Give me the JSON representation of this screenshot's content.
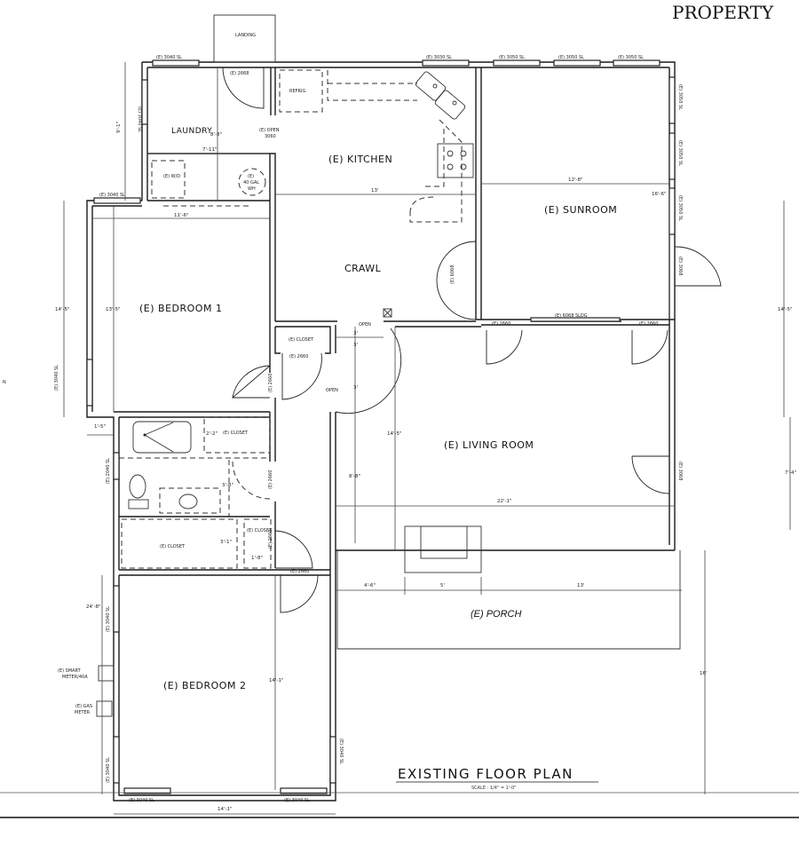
{
  "header": {
    "brand": "PROPERTY"
  },
  "drawing": {
    "title": "EXISTING FLOOR PLAN",
    "scale": "SCALE : 1/4\" = 1'-0\"",
    "north_marker": "N"
  },
  "rooms": {
    "landing": "LANDING",
    "laundry": "LAUNDRY",
    "kitchen": "(E) KITCHEN",
    "sunroom": "(E) SUNROOM",
    "crawl": "CRAWL",
    "bedroom1": "(E) BEDROOM 1",
    "living": "(E) LIVING ROOM",
    "porch": "(E) PORCH",
    "bedroom2": "(E) BEDROOM 2",
    "closet_hall": "(E) CLOSET",
    "closet_bath": "(E) CLOSET",
    "closet_b2": "(E) CLOSET",
    "closet_small": "(E) CLOSET"
  },
  "fixtures": {
    "refrig": "REFRIG",
    "wd": "(E) W/D",
    "wh_line1": "(E)",
    "wh_line2": "40 GAL",
    "wh_line3": "WH",
    "smart_meter_1": "(E) SMART",
    "smart_meter_2": "METER/40A",
    "gas_meter_1": "(E) GAS",
    "gas_meter_2": "METER",
    "open_1": "OPEN",
    "open_2": "OPEN",
    "open_laundry_1": "(E) OPEN",
    "open_laundry_2": "3060"
  },
  "windows": {
    "laundry_top": "(E) 3040 SL",
    "laundry_left": "(E) 3040 SL",
    "bed1_top": "(E) 3040 SL",
    "bed1_left": "(E) 3040 SL",
    "kitchen_top": "(E) 3030 SL",
    "sun_top_1": "(E) 3050 SL",
    "sun_top_2": "(E) 3050 SL",
    "sun_top_3": "(E) 3050 SL",
    "sun_right_1": "(E) 3050 SL",
    "sun_right_2": "(E) 3050 SL",
    "sun_right_3": "(E) 3050 SL",
    "bath_left": "(E) 2040 SL",
    "bed2_left_top": "(E) 3040 SL",
    "bed2_left_bot": "(E) 3040 SL",
    "bed2_right": "(E) 3040 SL",
    "bed2_bot_1": "(E) 3040 SL",
    "bed2_bot_2": "(E) 3040 SL"
  },
  "doors": {
    "laundry_ext": "(E) 2668",
    "sun_ext": "(E) 3068",
    "sun_int": "(E) 6068",
    "sliding": "(E) 6068 SLDG",
    "living_l": "(E) 2660",
    "living_r": "(E) 2660",
    "closet_hall": "(E) 2660",
    "bed1": "(E) 2660",
    "bath": "(E) 2660",
    "closet_small": "(E) 2660",
    "bed2": "(E) 2660",
    "living_ext": "(E) 3068"
  },
  "dimensions": {
    "laundry_h": "9'-1\"",
    "laundry_w": "7'-11\"",
    "laundry_side": "8'-8\"",
    "bed1_w": "11'-6\"",
    "bed1_outer_h": "14'-5\"",
    "bed1_inner_h": "13'-5\"",
    "kitchen_w": "13'",
    "sunroom_w": "12'-8\"",
    "sunroom_h": "16'-6\"",
    "bath_w": "1'-5\"",
    "closet_bath": "2'-2\"",
    "bath_door": "3'-8\"",
    "closet_b2": "3'-1\"",
    "closet_small_w": "1'-8\"",
    "hall_1": "3'",
    "hall_2": "3'",
    "hall_3": "3'",
    "living_h": "14'-5\"",
    "hall_lower": "8'-8\"",
    "living_w": "22'-1\"",
    "porch_1": "4'-6\"",
    "porch_2": "5'",
    "porch_3": "13'",
    "porch_depth": "16'",
    "bed2_outer_h": "24'-8\"",
    "bed2_h": "14'-1\"",
    "bed2_w": "14'-1\"",
    "right_1": "14'-5\"",
    "right_2": "7'-4\""
  },
  "colors": {
    "line": "#1a1a1a",
    "background": "#ffffff"
  }
}
